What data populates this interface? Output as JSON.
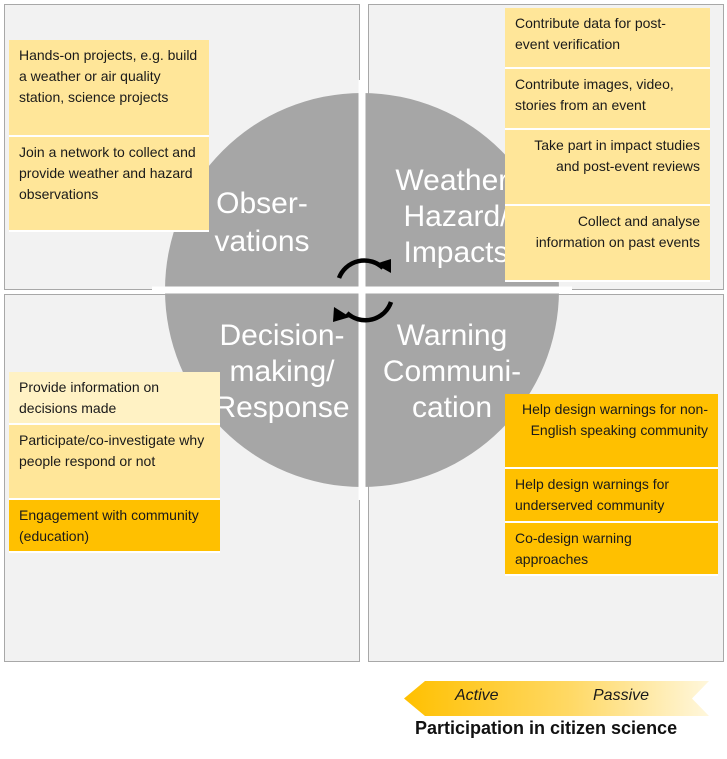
{
  "quadrants": {
    "observations": {
      "label_lines": [
        "Obser-",
        "vations"
      ],
      "items": [
        "Hands-on projects, e.g. build a weather or air quality station, science projects",
        "Join a network to collect and provide weather and hazard observations"
      ]
    },
    "weather": {
      "label_lines": [
        "Weather/",
        "Hazard/",
        "Impacts"
      ],
      "items": [
        "Contribute data for post-event verification",
        "Contribute images, video, stories from an event",
        "Take part in impact studies and post-event reviews",
        "Collect and analyse information on past events"
      ]
    },
    "decision": {
      "label_lines": [
        "Decision-",
        "making/",
        "Response"
      ],
      "items": [
        "Provide information on decisions made",
        "Participate/co-investigate why people respond or not",
        "Engagement with community (education)"
      ]
    },
    "warning": {
      "label_lines": [
        "Warning",
        "Communi-",
        "cation"
      ],
      "items": [
        "Help design warnings for non-English speaking community",
        "Help design warnings for underserved community",
        "Co-design warning approaches"
      ]
    }
  },
  "legend": {
    "active": "Active",
    "passive": "Passive",
    "caption": "Participation in citizen science"
  },
  "colors": {
    "wheel": "#a6a6a6",
    "quadrant_bg": "#f2f2f2",
    "pale": "#fff2c4",
    "light": "#ffe699",
    "mid": "#ffd966",
    "strong": "#ffc000"
  },
  "icons": {
    "center": "cycle-arrows-icon"
  }
}
